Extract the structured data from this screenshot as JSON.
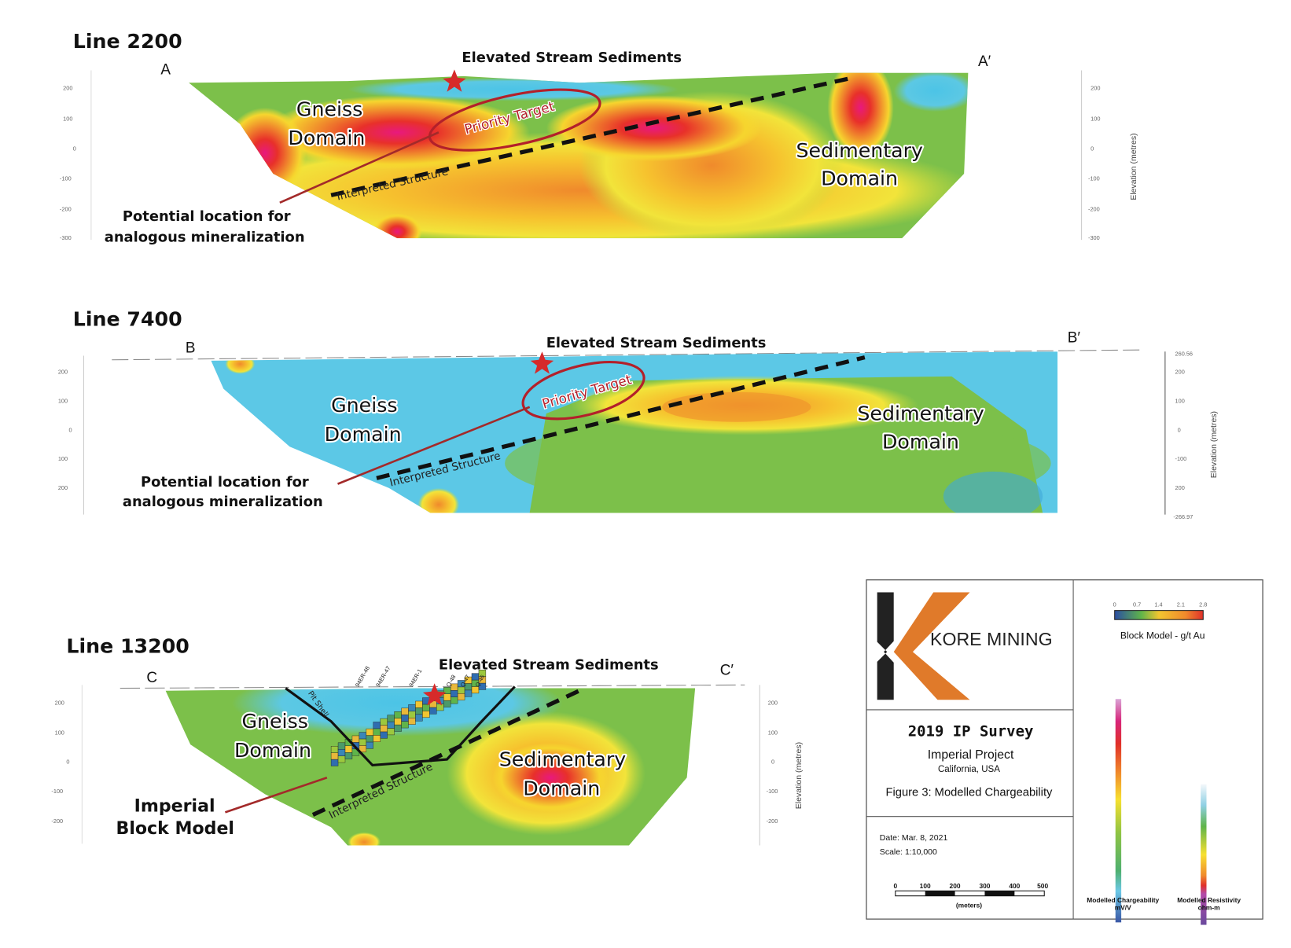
{
  "sections": [
    {
      "title": "Line 2200",
      "start": "A",
      "end": "A′",
      "stream": "Elevated Stream Sediments",
      "domain_left": [
        "Gneiss",
        "Domain"
      ],
      "domain_right": [
        "Sedimentary",
        "Domain"
      ],
      "target": "Priority Target",
      "structure": "Interpreted Structure",
      "callout": [
        "Potential location for",
        "analogous mineralization"
      ],
      "left_ticks": [
        "200",
        "100",
        "0",
        "-100",
        "-200",
        "-300"
      ],
      "right_ticks": [
        "200",
        "100",
        "0",
        "-100",
        "-200",
        "-300"
      ],
      "axis_label": "Elevation (metres)"
    },
    {
      "title": "Line 7400",
      "start": "B",
      "end": "B′",
      "stream": "Elevated Stream Sediments",
      "domain_left": [
        "Gneiss",
        "Domain"
      ],
      "domain_right": [
        "Sedimentary",
        "Domain"
      ],
      "target": "Priority Target",
      "structure": "Interpreted Structure",
      "callout": [
        "Potential location for",
        "analogous mineralization"
      ],
      "left_ticks": [
        "200",
        "100",
        "0",
        "100",
        "200"
      ],
      "right_ticks": [
        "260.56",
        "200",
        "100",
        "0",
        "-100",
        "200",
        "-266.97"
      ],
      "axis_label": "Elevation (metres)"
    },
    {
      "title": "Line 13200",
      "start": "C",
      "end": "C′",
      "stream": "Elevated Stream Sediments",
      "domain_left": [
        "Gneiss",
        "Domain"
      ],
      "domain_right": [
        "Sedimentary",
        "Domain"
      ],
      "structure": "Interpreted Structure",
      "pit": "Pit Shell",
      "callout": [
        "Imperial",
        "Block Model"
      ],
      "drillholes": [
        "94ER-48",
        "94ER-47",
        "94ER-1",
        "Q-48",
        "Q-47",
        "Q-46"
      ],
      "left_ticks": [
        "200",
        "100",
        "0",
        "-100",
        "-200"
      ],
      "right_ticks": [
        "200",
        "100",
        "0",
        "-100",
        "-200"
      ],
      "axis_label": "Elevation (metres)"
    }
  ],
  "legend": {
    "company": "KORE MINING",
    "survey": "2019 IP Survey",
    "project": "Imperial Project",
    "location": "California, USA",
    "figure": "Figure 3: Modelled Chargeability",
    "date": "Date: Mar. 8, 2021",
    "scale": "Scale: 1:10,000",
    "scalebar_ticks": [
      "0",
      "100",
      "200",
      "300",
      "400",
      "500"
    ],
    "scalebar_unit": "(meters)",
    "block_model_ticks": [
      "0",
      "0.7",
      "1.4",
      "2.1",
      "2.8"
    ],
    "block_model_label": "Block Model - g/t Au",
    "chargeability_label": [
      "Modelled Chargeability",
      "mV/V"
    ],
    "resistivity_label": [
      "Modelled Resistivity",
      "ohm-m"
    ],
    "colors": {
      "brand_orange": "#e07a2a",
      "brand_dark": "#222222",
      "target_red": "#b3202a"
    }
  }
}
